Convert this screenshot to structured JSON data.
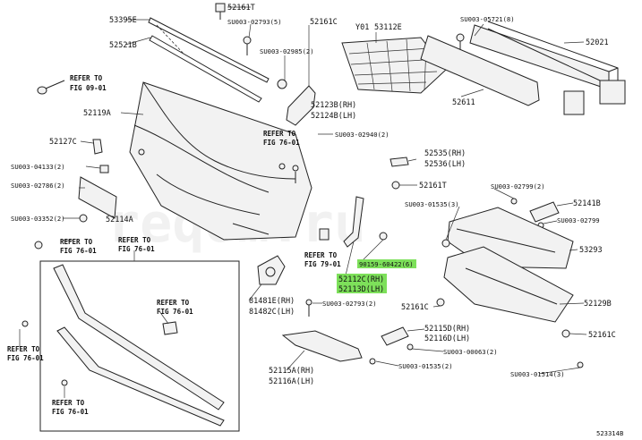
{
  "labels": {
    "l_53395e": "53395E",
    "l_52521b": "52521B",
    "l_52161t_top": "52161T",
    "l_s2793_top": "SU003-02793(5)",
    "l_52161c_top": "52161C",
    "l_s2985": "SU003-02985(2)",
    "l_y01": "Y01",
    "l_53112e": "53112E",
    "l_s5721": "SU003-05721(8)",
    "l_52021": "52021",
    "l_52611": "52611",
    "l_52119a": "52119A",
    "l_52123b": "52123B(RH)",
    "l_52124b": "52124B(LH)",
    "l_52127c": "52127C",
    "l_s2940": "SU003-02940(2)",
    "l_s4133": "SU003-04133(2)",
    "l_52535": "52535(RH)",
    "l_52536": "52536(LH)",
    "l_s2786": "SU003-02786(2)",
    "l_52161t_mid": "52161T",
    "l_s2799_a": "SU003-02799(2)",
    "l_52141b": "52141B",
    "l_s3352": "SU003-03352(2)",
    "l_52114a": "52114A",
    "l_s1535_a": "SU003-01535(3)",
    "l_s2799_b": "SU003-02799",
    "l_53293": "53293",
    "l_90159": "90159-60422(6)",
    "l_52112c": "52112C(RH)",
    "l_52113d": "52113D(LH)",
    "l_81481e": "81481E(RH)",
    "l_81482c": "81482C(LH)",
    "l_52129b": "52129B",
    "l_s2793_mid": "SU003-02793(2)",
    "l_52161c_mid": "52161C",
    "l_52115d": "52115D(RH)",
    "l_52116d": "52116D(LH)",
    "l_52161c_right": "52161C",
    "l_s0063": "SU003-00063(2)",
    "l_52115a": "52115A(RH)",
    "l_52116a": "52116A(LH)",
    "l_s1535_b": "SU003-01535(2)",
    "l_s1514": "SU003-01514(3)",
    "l_diagram_id": "523314B"
  },
  "refs": {
    "r1_a": "REFER TO",
    "r1_b": "FIG 09-01",
    "r2_a": "REFER TO",
    "r2_b": "FIG 76-01",
    "r3_a": "REFER TO",
    "r3_b": "FIG 76-01",
    "r4_a": "REFER TO",
    "r4_b": "FIG 76-01",
    "r5_a": "REFER TO",
    "r5_b": "FIG 79-01",
    "r6_a": "REFER TO",
    "r6_b": "FIG 76-01",
    "r7_a": "REFER TO",
    "r7_b": "FIG 76-01",
    "r8_a": "REFER TO",
    "r8_b": "FIG 76-01"
  },
  "watermark": "reqom.ru",
  "colors": {
    "highlight": "#7de05a",
    "line": "#222222",
    "background": "#ffffff"
  }
}
